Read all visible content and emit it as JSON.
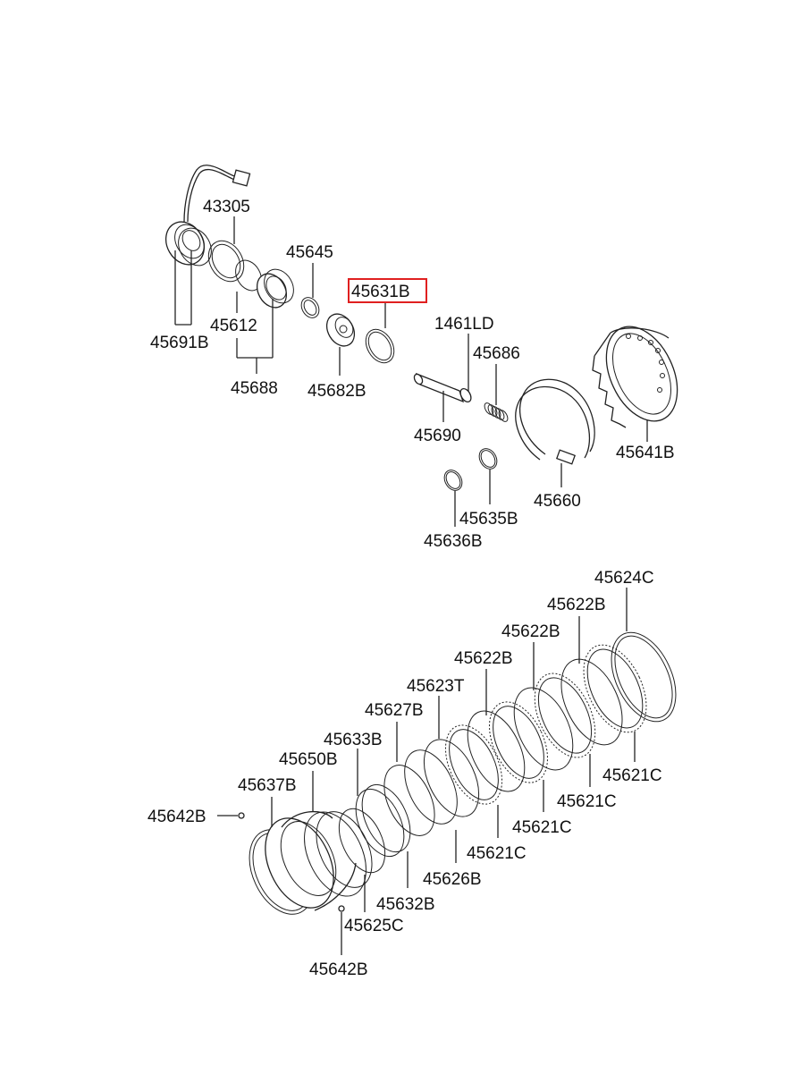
{
  "highlight_color": "#e02020",
  "parts": {
    "p43305": "43305",
    "p45691B": "45691B",
    "p45612": "45612",
    "p45688": "45688",
    "p45645": "45645",
    "p45682B": "45682B",
    "p45631B": "45631B",
    "p1461LD": "1461LD",
    "p45686": "45686",
    "p45690": "45690",
    "p45641B": "45641B",
    "p45660": "45660",
    "p45635B": "45635B",
    "p45636B": "45636B",
    "p45624C": "45624C",
    "p45622B_a": "45622B",
    "p45622B_b": "45622B",
    "p45622B_c": "45622B",
    "p45623T": "45623T",
    "p45627B": "45627B",
    "p45633B": "45633B",
    "p45650B": "45650B",
    "p45637B": "45637B",
    "p45642B_a": "45642B",
    "p45642B_b": "45642B",
    "p45621C_a": "45621C",
    "p45621C_b": "45621C",
    "p45621C_c": "45621C",
    "p45621C_d": "45621C",
    "p45626B": "45626B",
    "p45632B": "45632B",
    "p45625C": "45625C"
  }
}
